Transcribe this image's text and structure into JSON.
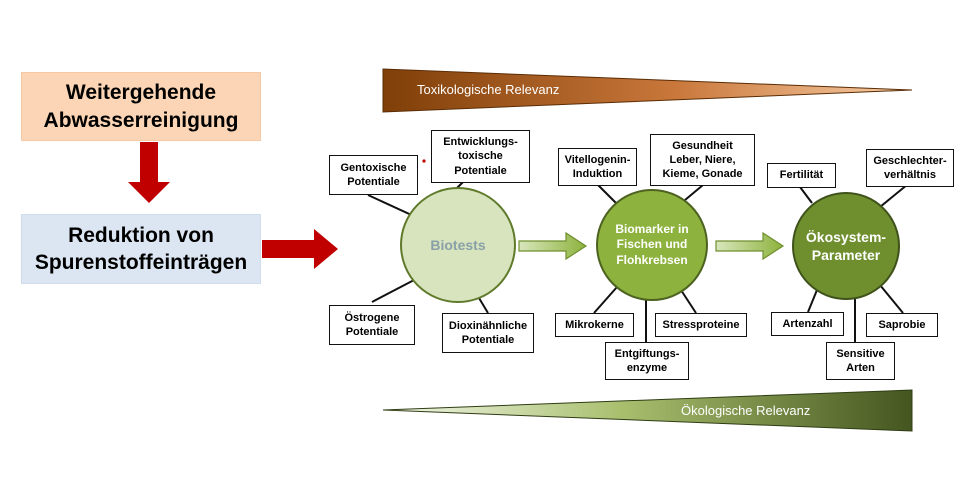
{
  "left_panel": {
    "top_box": "Weitergehende\nAbwasserreinigung",
    "bottom_box": "Reduktion von\nSpurenstoffeinträgen"
  },
  "wedges": {
    "top": "Toxikologische Relevanz",
    "bottom": "Ökologische Relevanz"
  },
  "clusters": {
    "biotests": {
      "center": "Biotests",
      "gentox": "Gentoxische\nPotentiale",
      "entwicklung": "Entwicklungs-\ntoxische\nPotentiale",
      "oestrogen": "Östrogene\nPotentiale",
      "dioxin": "Dioxinähnliche\nPotentiale"
    },
    "biomarker": {
      "center": "Biomarker in\nFischen und\nFlohkrebsen",
      "vitellogenin": "Vitellogenin-\nInduktion",
      "gesundheit": "Gesundheit\nLeber, Niere,\nKieme, Gonade",
      "mikrokerne": "Mikrokerne",
      "stress": "Stressproteine",
      "entgiftung": "Entgiftungs-\nenzyme"
    },
    "oekosystem": {
      "center": "Ökosystem-\nParameter",
      "fertilitaet": "Fertilität",
      "geschlechter": "Geschlechter-\nverhältnis",
      "artenzahl": "Artenzahl",
      "saprobie": "Saprobie",
      "sensitive": "Sensitive\nArten"
    }
  },
  "colors": {
    "top_box_fill": "#fbd5b5",
    "bottom_box_fill": "#dce6f2",
    "red_arrow": "#c00000",
    "wedge_top_start": "#7f3f08",
    "wedge_top_end": "#f4b183",
    "wedge_bottom_start": "#f2f6ea",
    "wedge_bottom_end": "#4a5e23",
    "circle_light": "#d7e4bd",
    "circle_mid": "#8db23d",
    "circle_dark": "#6f8f2e",
    "green_arrow": "#9bbb59"
  }
}
